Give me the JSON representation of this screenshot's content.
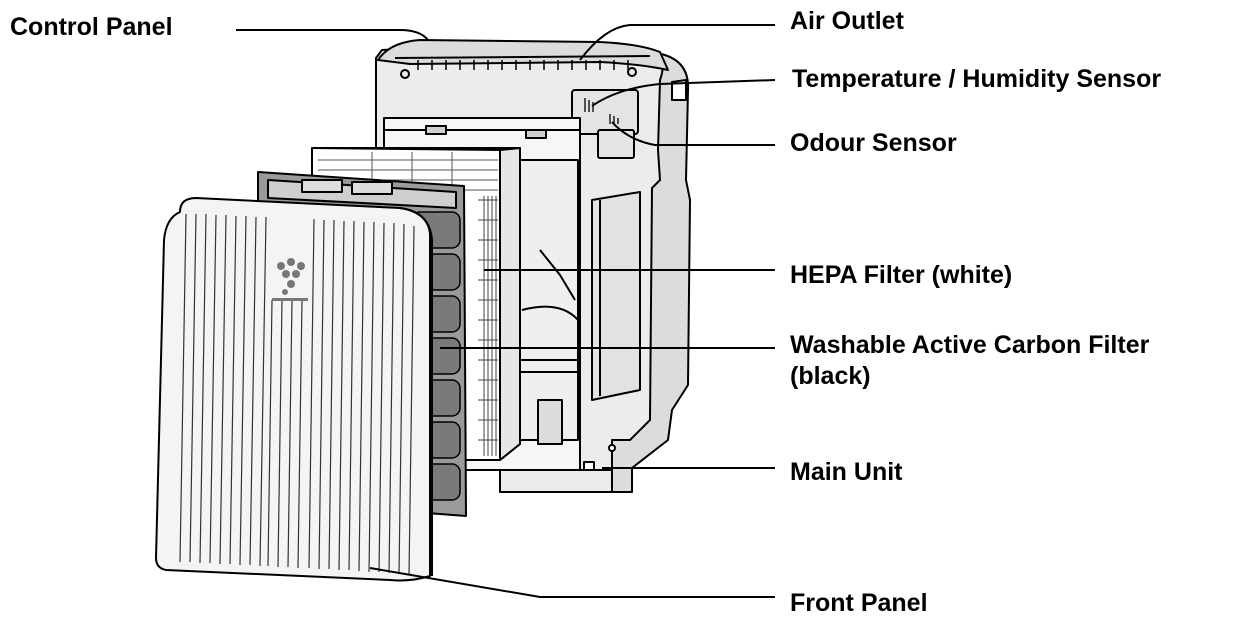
{
  "labels": {
    "control_panel": "Control Panel",
    "air_outlet": "Air Outlet",
    "temp_humidity_sensor": "Temperature / Humidity Sensor",
    "odour_sensor": "Odour Sensor",
    "hepa_filter": "HEPA Filter (white)",
    "carbon_filter_line1": "Washable Active Carbon Filter",
    "carbon_filter_line2": "(black)",
    "main_unit": "Main Unit",
    "front_panel": "Front Panel"
  },
  "colors": {
    "line": "#000000",
    "body_fill": "#ececec",
    "shade_fill": "#cfcfcf",
    "carbon_fill": "#8c8c8c",
    "panel_fill": "#f4f4f4"
  }
}
